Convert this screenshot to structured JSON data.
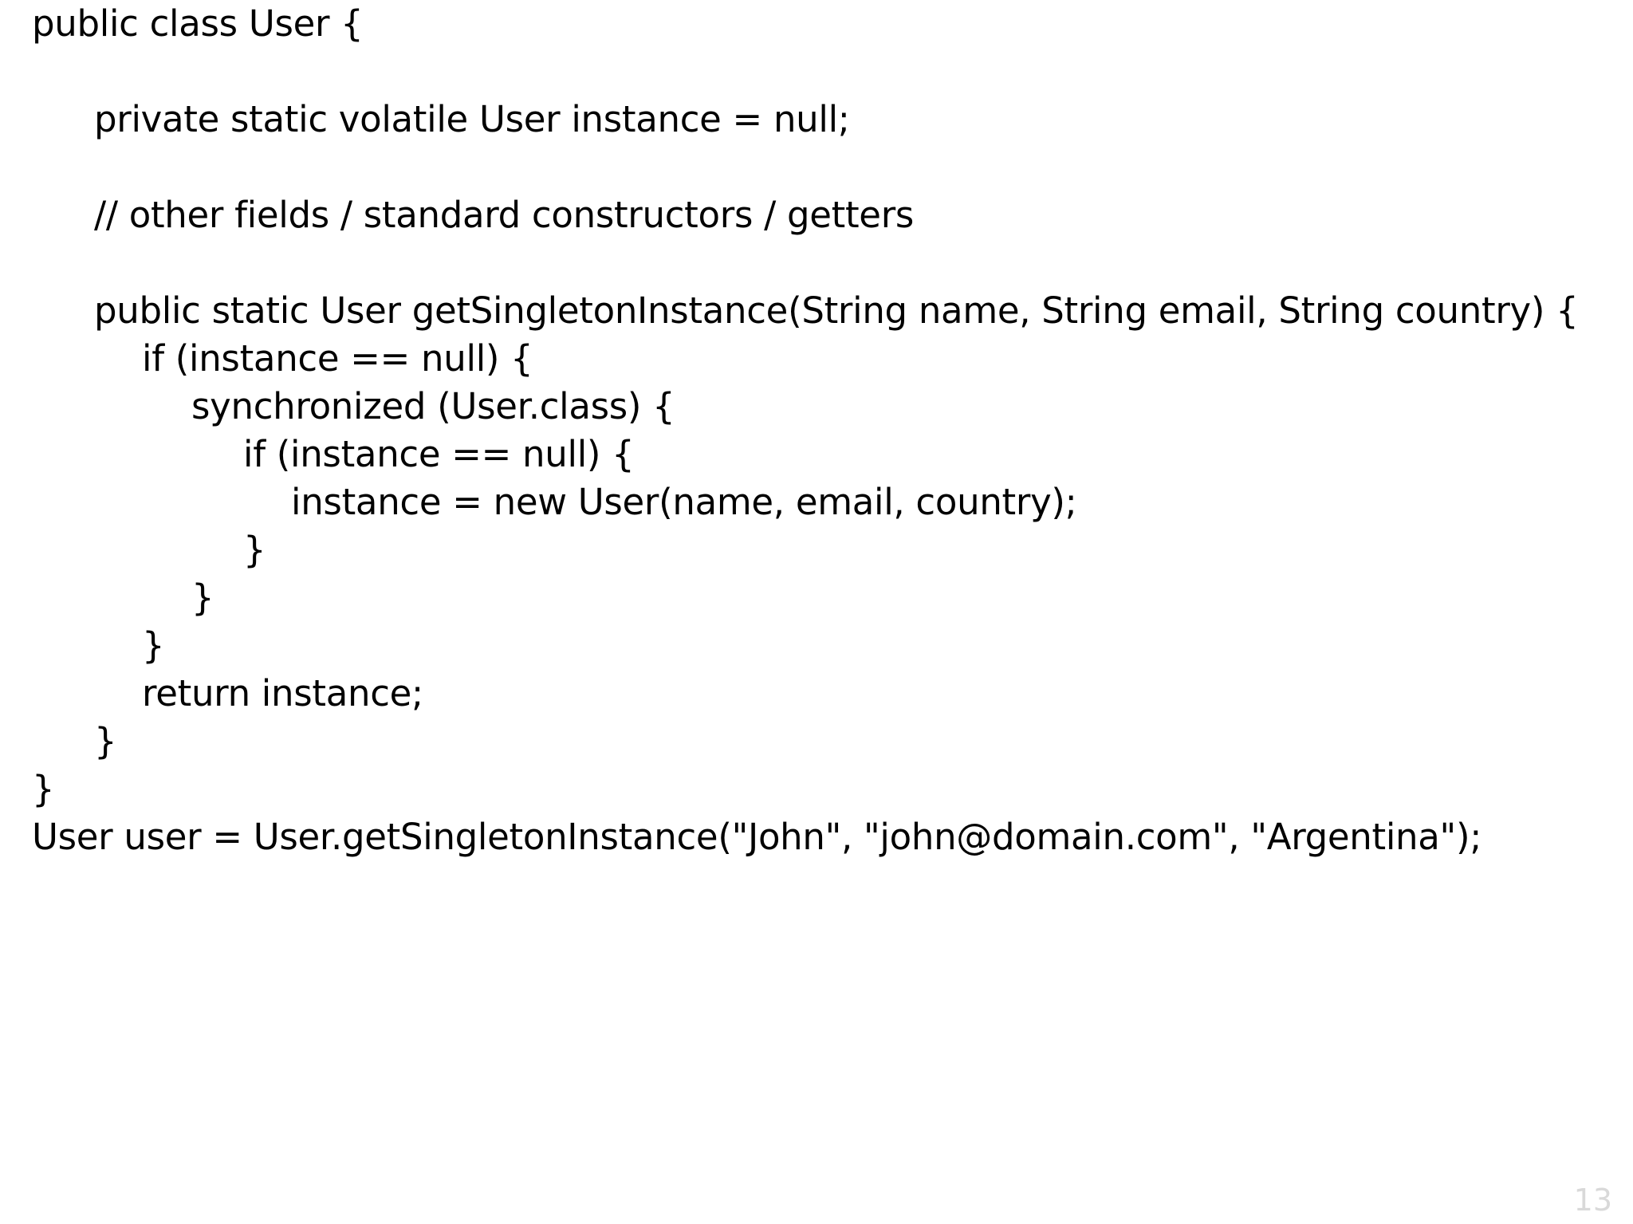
{
  "slide": {
    "background_color": "#ffffff",
    "text_color": "#000000",
    "page_number": "13",
    "page_number_color": "#d9d9d9"
  },
  "code": {
    "language": "java",
    "lines": [
      {
        "indent": 0,
        "text": "public class User {"
      },
      {
        "indent": 0,
        "text": ""
      },
      {
        "indent": 1,
        "text": "private static volatile User instance = null;"
      },
      {
        "indent": 0,
        "text": ""
      },
      {
        "indent": 1,
        "text": "// other fields / standard constructors / getters"
      },
      {
        "indent": 0,
        "text": ""
      },
      {
        "indent": 1,
        "text": "public static User getSingletonInstance(String name, String email, String country) {"
      },
      {
        "indent": 2,
        "text": "if (instance == null) {"
      },
      {
        "indent": 3,
        "text": "synchronized (User.class) {"
      },
      {
        "indent": 4,
        "text": "if (instance == null) {"
      },
      {
        "indent": 5,
        "text": "instance = new User(name, email, country);"
      },
      {
        "indent": 4,
        "text": "}"
      },
      {
        "indent": 3,
        "text": "}"
      },
      {
        "indent": 2,
        "text": "}"
      },
      {
        "indent": 2,
        "text": "return instance;"
      },
      {
        "indent": 1,
        "text": "}"
      },
      {
        "indent": 0,
        "text": "}"
      },
      {
        "indent": 0,
        "text": "User user = User.getSingletonInstance(\"John\", \"john@domain.com\", \"Argentina\");"
      }
    ]
  }
}
